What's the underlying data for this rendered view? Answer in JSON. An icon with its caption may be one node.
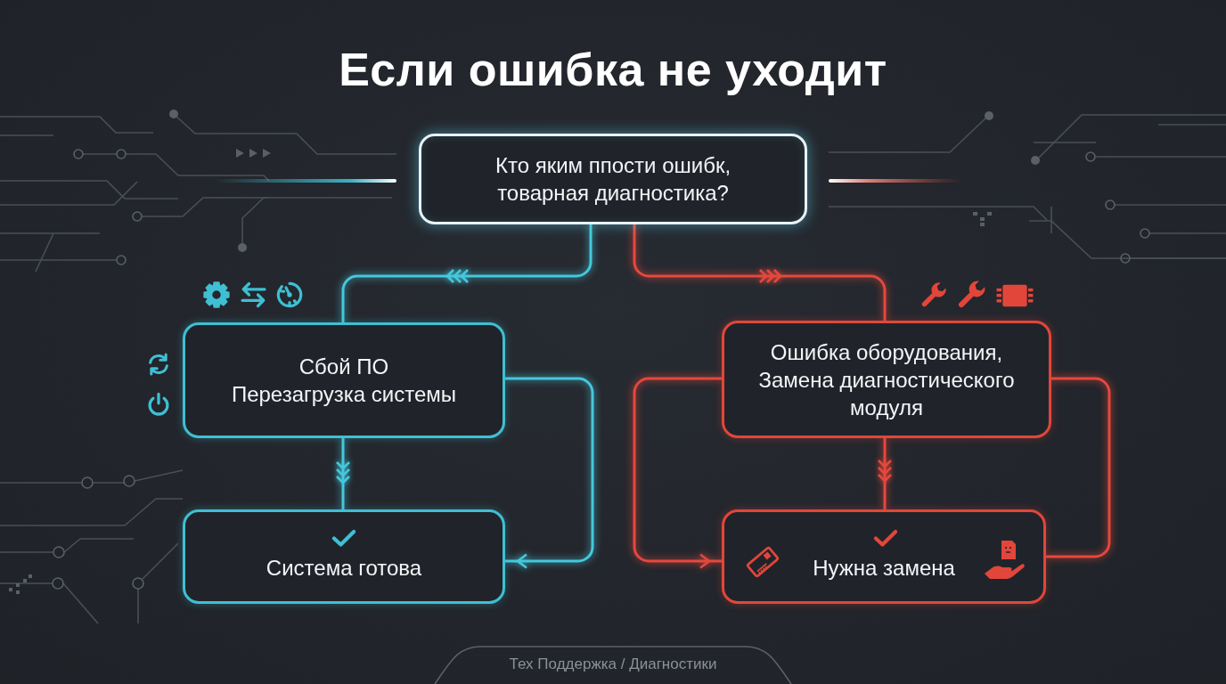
{
  "diagram": {
    "title": "Если ошибка не уходит",
    "nodes": [
      {
        "text": [
          "Кто яким ппости ошибк, товарная диагностика?"
        ]
      },
      {
        "text": [
          "Сбой ПО",
          "Перезагрузка системы"
        ]
      },
      {
        "text": [
          "Ошибка оборудования, Замена диагностического модуля"
        ]
      },
      {
        "text": [
          "Система готова"
        ]
      },
      {
        "text": [
          "Нужна замена"
        ]
      }
    ],
    "edges": [
      {
        "from": 0,
        "to": 1,
        "arrow": "to",
        "color": "#45c8dc"
      },
      {
        "from": 0,
        "to": 2,
        "arrow": "to"
      },
      {
        "from": 1,
        "to": 3,
        "arrow": "to",
        "color": "#45c8dc"
      },
      {
        "from": 1,
        "to": 3,
        "arrow": "to",
        "color": "#45c8dc"
      },
      {
        "from": 2,
        "to": 4,
        "arrow": "to"
      },
      {
        "from": 2,
        "to": 4,
        "arrow": "to"
      },
      {
        "from": 2,
        "to": 4,
        "arrow": "none"
      }
    ],
    "labels": [
      "Тех Поддержка / Диагностики"
    ]
  }
}
